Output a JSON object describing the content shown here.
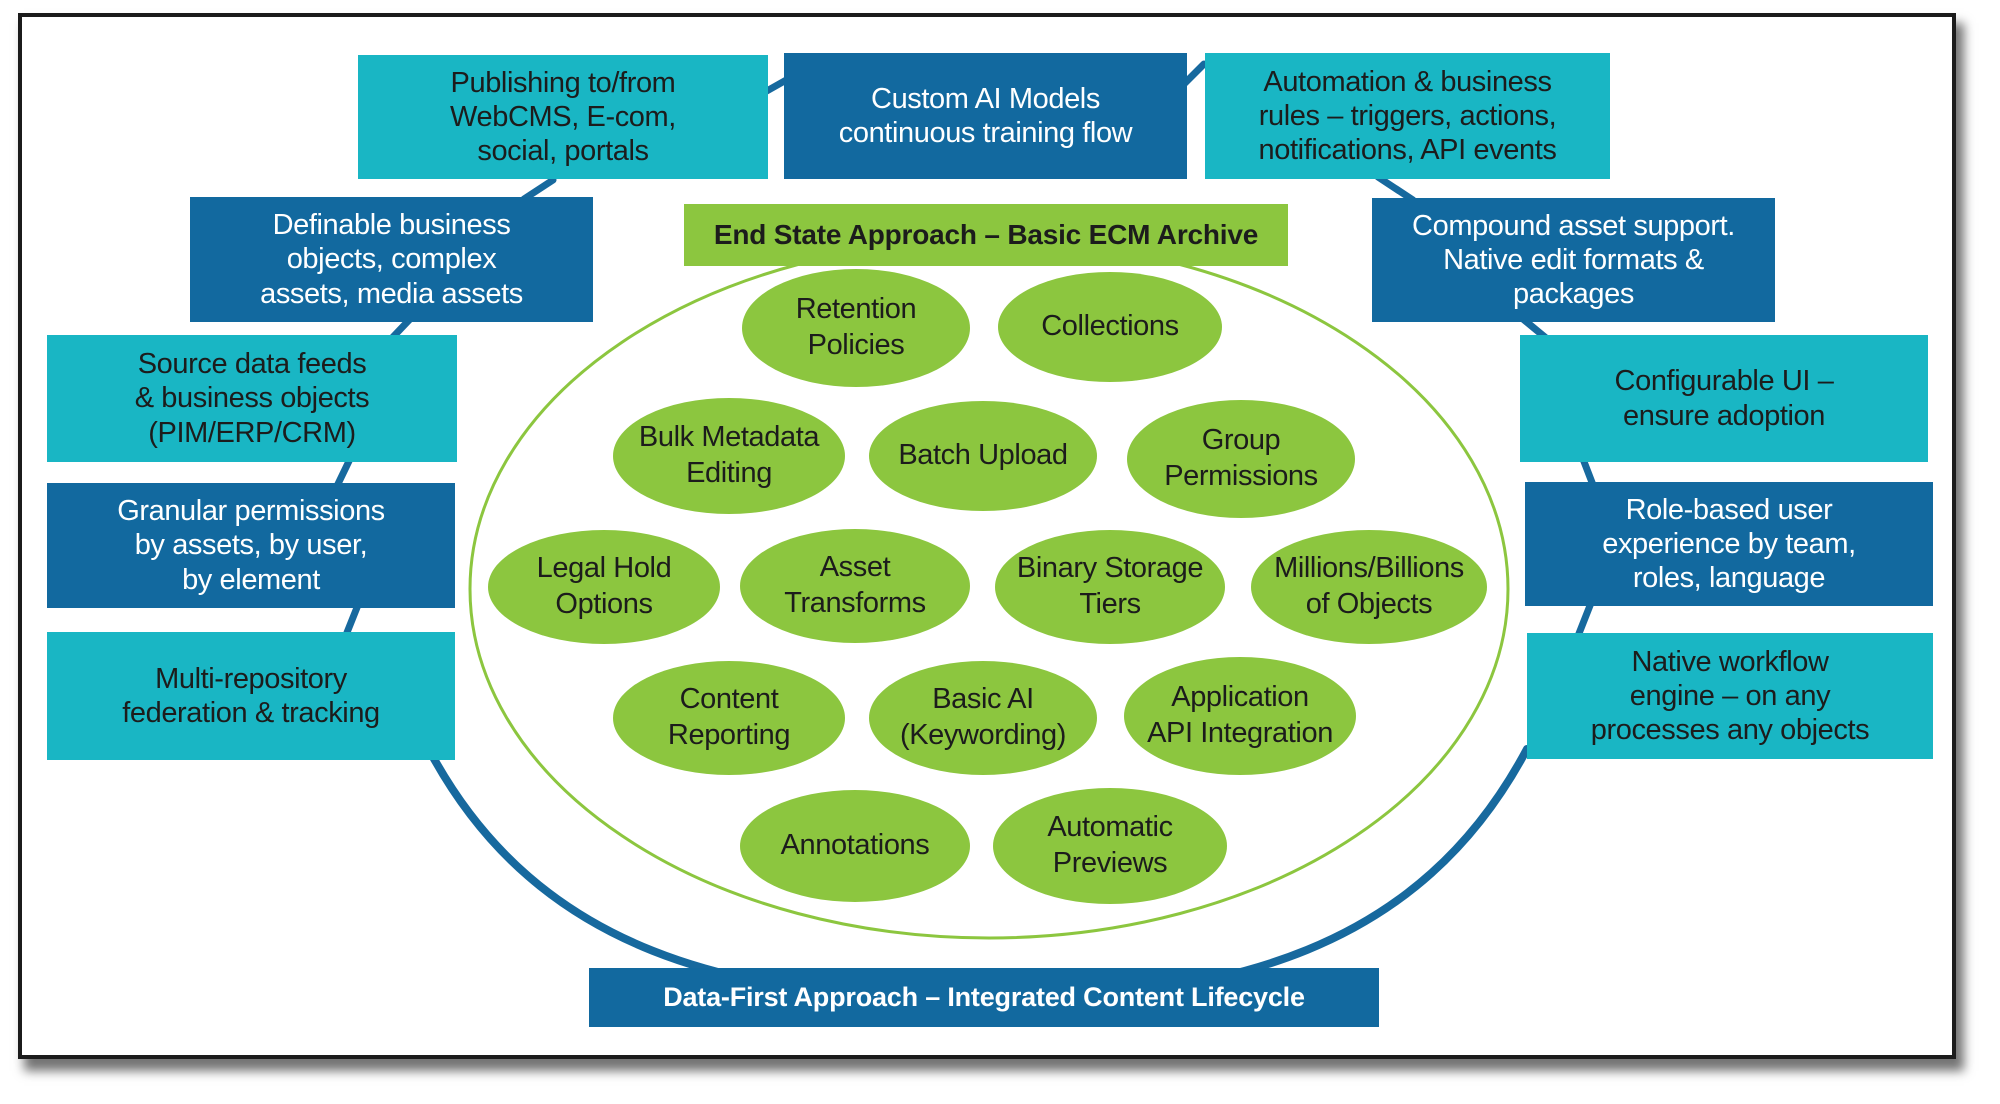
{
  "colors": {
    "teal": "#19b6c4",
    "blue": "#12699f",
    "green": "#8cc63f",
    "line_blue": "#17699e",
    "text_dark": "#1c1c1c",
    "text_light": "#ffffff"
  },
  "title_box": {
    "label": "End State Approach – Basic ECM Archive"
  },
  "bottom_banner": {
    "label": "Data-First Approach – Integrated Content Lifecycle"
  },
  "outer_boxes": {
    "publishing": {
      "label": "Publishing to/from\nWebCMS, E-com,\nsocial, portals",
      "style": "teal"
    },
    "custom_ai": {
      "label": "Custom AI Models\ncontinuous training flow",
      "style": "blue"
    },
    "automation": {
      "label": "Automation & business\nrules – triggers, actions,\nnotifications, API events",
      "style": "teal"
    },
    "definable": {
      "label": "Definable business\nobjects, complex\nassets, media assets",
      "style": "blue"
    },
    "source_feeds": {
      "label": "Source data feeds\n& business objects\n(PIM/ERP/CRM)",
      "style": "teal"
    },
    "granular": {
      "label": "Granular permissions\nby assets, by user,\nby element",
      "style": "blue"
    },
    "multi_repo": {
      "label": "Multi-repository\nfederation & tracking",
      "style": "teal"
    },
    "compound": {
      "label": "Compound asset support.\nNative edit formats &\npackages",
      "style": "blue"
    },
    "configurable": {
      "label": "Configurable UI –\nensure adoption",
      "style": "teal"
    },
    "role_based": {
      "label": "Role-based user\nexperience by team,\nroles, language",
      "style": "blue"
    },
    "native_workflow": {
      "label": "Native workflow\nengine – on any\nprocesses any objects",
      "style": "teal"
    }
  },
  "capabilities": {
    "retention": {
      "label": "Retention\nPolicies"
    },
    "collections": {
      "label": "Collections"
    },
    "bulk": {
      "label": "Bulk Metadata\nEditing"
    },
    "batch": {
      "label": "Batch Upload"
    },
    "group": {
      "label": "Group\nPermissions"
    },
    "legal": {
      "label": "Legal Hold\nOptions"
    },
    "asset": {
      "label": "Asset\nTransforms"
    },
    "binary": {
      "label": "Binary Storage\nTiers"
    },
    "millions": {
      "label": "Millions/Billions\nof Objects"
    },
    "content": {
      "label": "Content\nReporting"
    },
    "basic_ai": {
      "label": "Basic AI\n(Keywording)"
    },
    "application": {
      "label": "Application\nAPI Integration"
    },
    "annotations": {
      "label": "Annotations"
    },
    "previews": {
      "label": "Automatic\nPreviews"
    }
  }
}
